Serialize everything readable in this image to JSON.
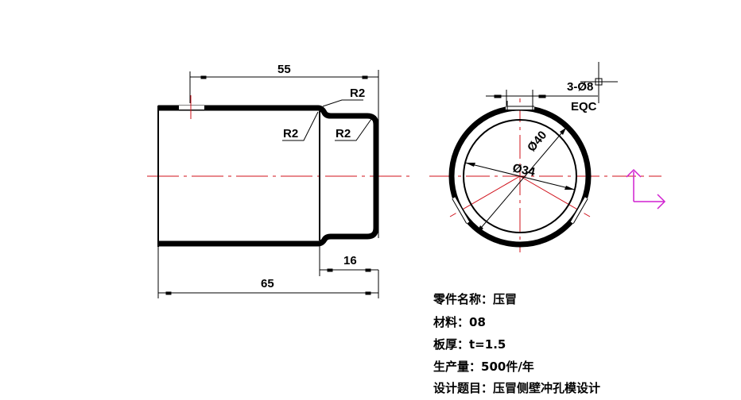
{
  "drawing": {
    "colors": {
      "outline": "#000000",
      "centerline": "#d0101a",
      "ucs_icon": "#d020d0",
      "background": "#ffffff"
    },
    "side_view": {
      "dimensions": {
        "top_length": "55",
        "overall_length": "65",
        "step_length": "16",
        "fillet_top": "R2",
        "fillet_inner": "R2",
        "fillet_end": "R2"
      }
    },
    "end_view": {
      "dimensions": {
        "outer_diameter": "Ø40",
        "inner_diameter": "Ø34",
        "hole_callout": "3-Ø8",
        "hole_spacing": "EQC"
      }
    },
    "specs": [
      {
        "label": "零件名称：",
        "value": "压冒"
      },
      {
        "label": "材料：",
        "value": "08"
      },
      {
        "label": "板厚：",
        "value": "t=1.5"
      },
      {
        "label": "生产量：",
        "value": "500件/年"
      },
      {
        "label": "设计题目：",
        "value": "压冒侧壁冲孔模设计"
      }
    ],
    "cursor": "crosshair-cursor",
    "ucs": "ucs-axis-icon"
  }
}
